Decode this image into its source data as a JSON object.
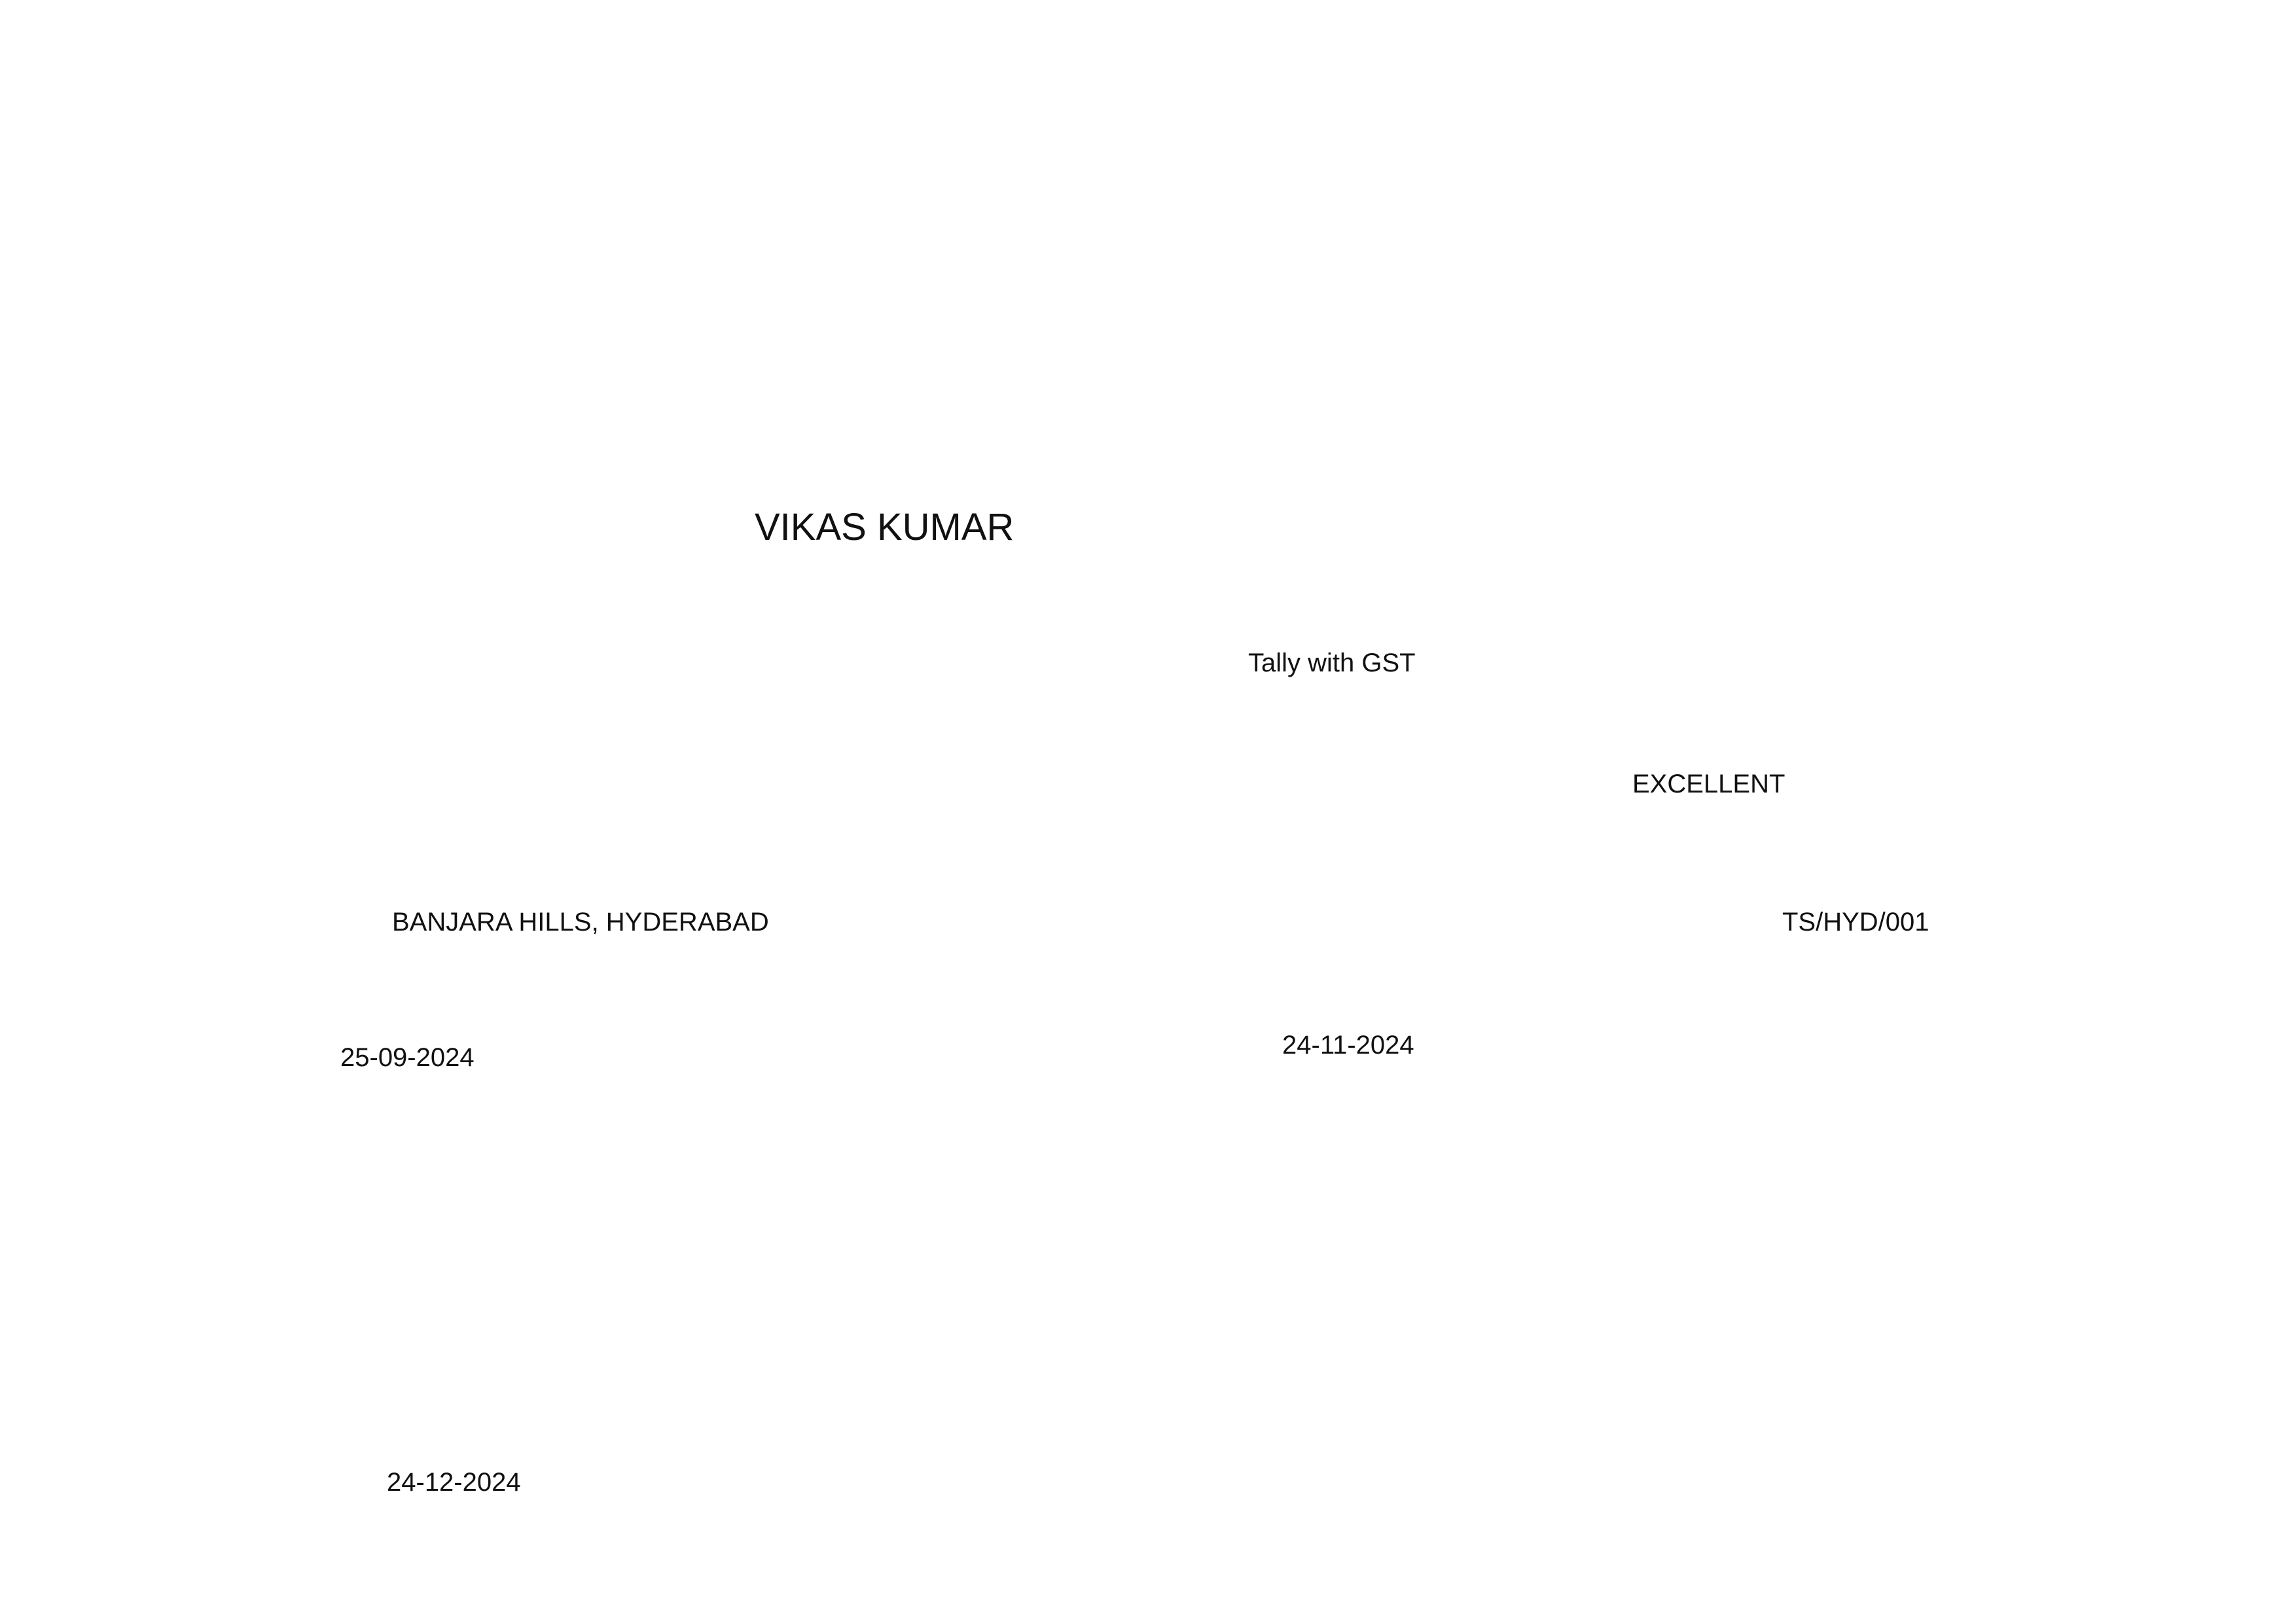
{
  "certificate": {
    "student_name": "VIKAS KUMAR",
    "course": "Tally with GST",
    "grade": "EXCELLENT",
    "centre_address": "BANJARA HILLS, HYDERABAD",
    "centre_code": "TS/HYD/001",
    "start_date": "25-09-2024",
    "end_date": "24-11-2024",
    "issue_date": "24-12-2024"
  }
}
